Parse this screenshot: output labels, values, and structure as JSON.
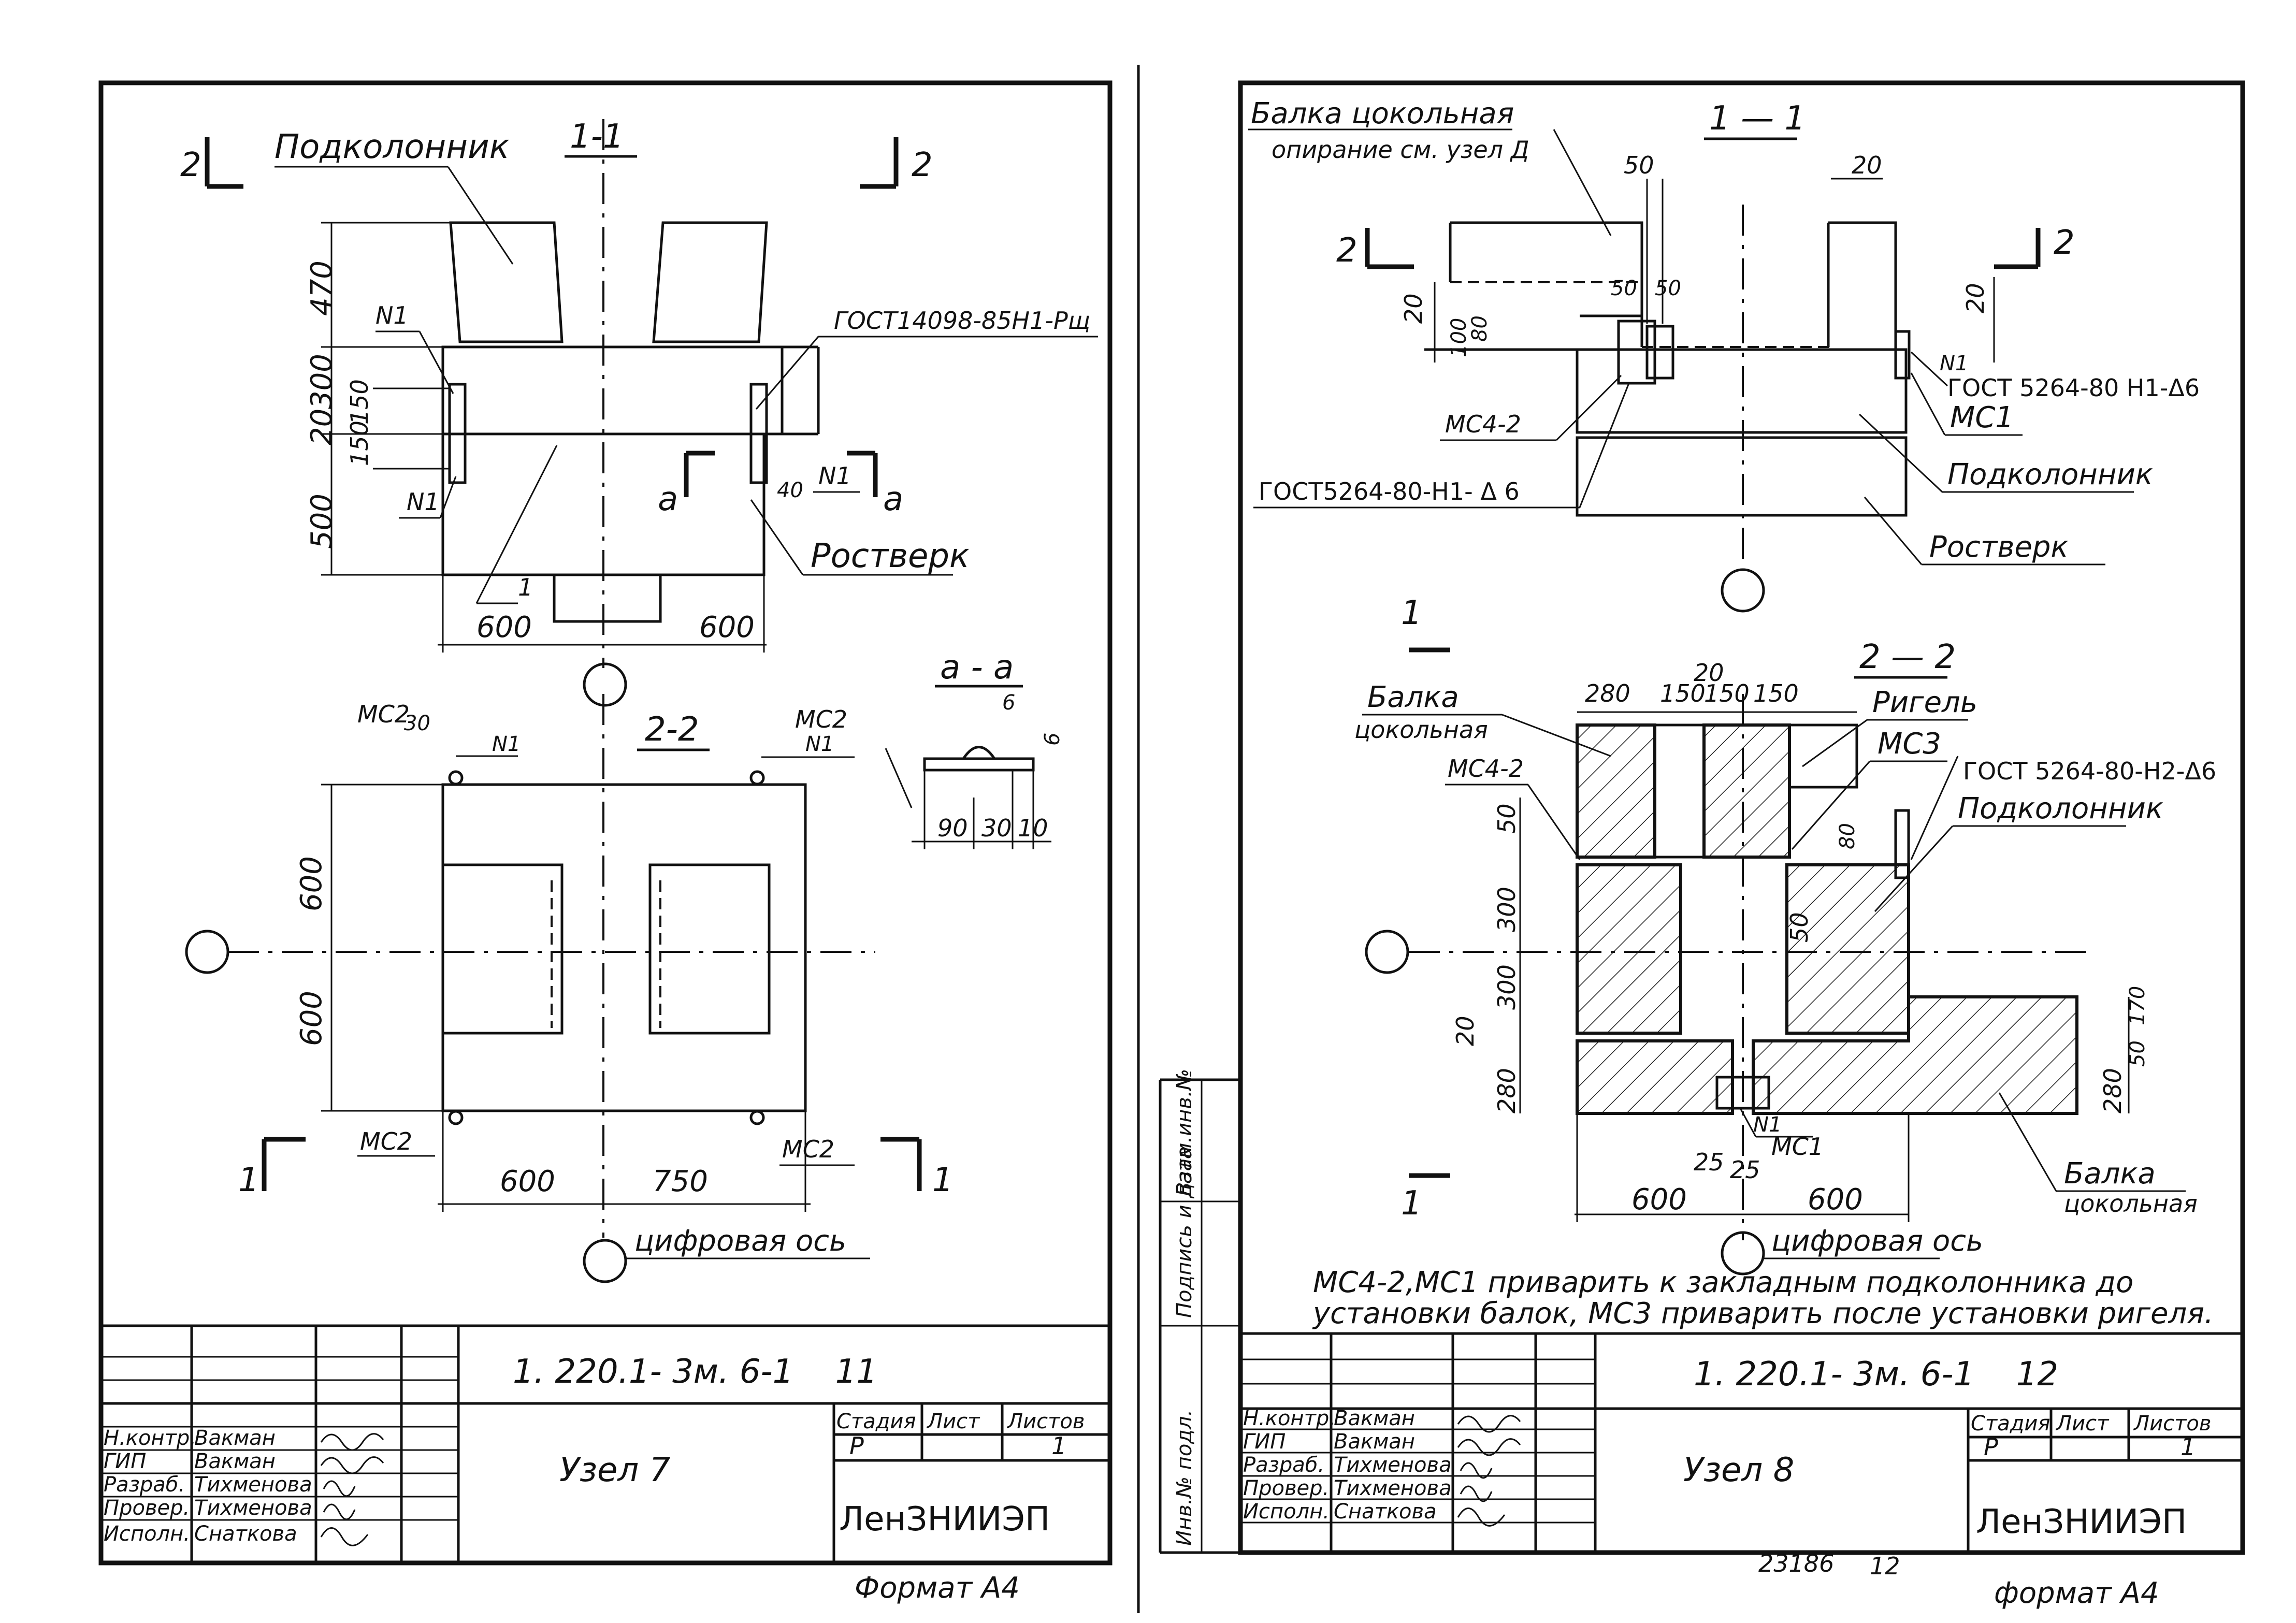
{
  "sheets": [
    {
      "drawing_code": "1. 220.1- 3м. 6-1",
      "sheet_no": "11",
      "node_title": "Узел 7",
      "stage_header": "Стадия",
      "sheet_header": "Лист",
      "sheets_header": "Листов",
      "stage": "Р",
      "sheets_total": "1",
      "org": "ЛенЗНИИЭП",
      "format": "Формат А4",
      "roles": [
        "Н.контр.",
        "ГИП",
        "Разраб.",
        "Провер.",
        "Исполн."
      ],
      "names": [
        "Вакман",
        "Вакман",
        "Тихменова",
        "Тихменова",
        "Снаткова"
      ],
      "labels": {
        "section_1_1": "1-1",
        "section_2_2": "2-2",
        "section_a_a": "а - а",
        "podkolonnik": "Подколонник",
        "rostverk": "Ростверк",
        "gost": "ГОСТ14098-85Н1-Рщ",
        "n1": "N1",
        "mc2": "МС2",
        "a": "а",
        "one": "1",
        "two": "2",
        "axis": "цифровая ось"
      },
      "dims": {
        "d470": "470",
        "d300": "300",
        "d20": "20",
        "d150a": "150",
        "d150b": "150",
        "d500": "500",
        "d600l": "600",
        "d600r": "600",
        "d40": "40",
        "d600v1": "600",
        "d600v2": "600",
        "d600h": "600",
        "d750": "750",
        "d30": "30",
        "d6a": "6",
        "d6b": "6",
        "d90": "90",
        "d30b": "30",
        "d10": "10"
      }
    },
    {
      "drawing_code": "1. 220.1- 3м. 6-1",
      "sheet_no": "12",
      "node_title": "Узел 8",
      "stage_header": "Стадия",
      "sheet_header": "Лист",
      "sheets_header": "Листов",
      "stage": "Р",
      "sheets_total": "1",
      "org": "ЛенЗНИИЭП",
      "format": "формат А4",
      "archive_no": "23186",
      "archive_sheet": "12",
      "roles": [
        "Н.контр.",
        "ГИП",
        "Разраб.",
        "Провер.",
        "Исполн."
      ],
      "names": [
        "Вакман",
        "Вакман",
        "Тихменова",
        "Тихменова",
        "Снаткова"
      ],
      "side_labels": [
        "Взам.инв.№",
        "Подпись и дата",
        "Инв.№ подл."
      ],
      "labels": {
        "section_1_1": "1 — 1",
        "section_2_2": "2 — 2",
        "balka_top_1": "Балка цокольная",
        "balka_top_2": "опирание см. узел Д",
        "balka_l_1": "Балка",
        "balka_l_2": "цокольная",
        "balka_r_1": "Балка",
        "balka_r_2": "цокольная",
        "rigel": "Ригель",
        "podkolonnik_1": "Подколонник",
        "podkolonnik_2": "Подколонник",
        "rostverk": "Ростверк",
        "gost_a": "ГОСТ 5264-80 Н1-Δ6",
        "gost_b": "ГОСТ5264-80-Н1- Δ 6",
        "gost_c": "ГОСТ 5264-80-Н2-Δ6",
        "mc1_a": "МС1",
        "mc1_b": "МС1",
        "mc3": "МС3",
        "mc42_a": "МС4-2",
        "mc42_b": "МС4-2",
        "n1_a": "N1",
        "n1_b": "N1",
        "one": "1",
        "two": "2",
        "axis": "цифровая ось",
        "note_1": "МС4-2,МС1 приварить к закладным подколонника до",
        "note_2": "установки балок, МС3 приварить после установки ригеля."
      },
      "dims": {
        "d50a": "50",
        "d20a": "20",
        "d50b": "50",
        "d50c": "50",
        "d20b": "20",
        "d20c": "20",
        "d100": "100",
        "d80": "80",
        "d280": "280",
        "d150a": "150",
        "d20d": "20",
        "d150b": "150",
        "d150c": "150",
        "d50d": "50",
        "d300a": "300",
        "d300b": "300",
        "d20e": "20",
        "d280b": "280",
        "d80b": "80",
        "d50e": "50",
        "d170": "170",
        "d50f": "50",
        "d280c": "280",
        "d25a": "25",
        "d25b": "25",
        "d600a": "600",
        "d600b": "600"
      }
    }
  ]
}
